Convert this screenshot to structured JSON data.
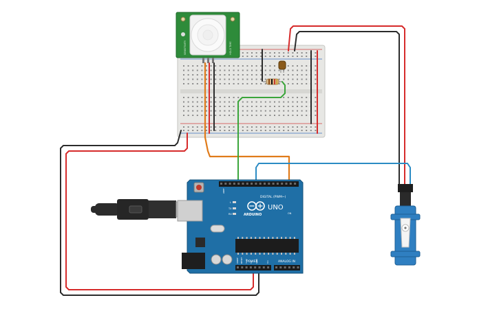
{
  "pir_sensor": {
    "label_left": "SENSITIVITY",
    "label_right": "HOLD TIME"
  },
  "arduino": {
    "brand": "ARDUINO",
    "model": "UNO",
    "digital_header": "DIGITAL (PWM~)",
    "power_label": "POWER",
    "analog_label": "ANALOG IN",
    "tx_label": "TX",
    "rx_label": "RX",
    "l_label": "L",
    "on_label": "ON",
    "aref_label": "AREF",
    "gnd_label": "GND",
    "ioref_label": "IOREF",
    "reset_label": "RESET",
    "v33_label": "3.3V",
    "v5_label": "5V",
    "vin_label": "Vin"
  },
  "colors": {
    "wire_red": "#d62a2a",
    "wire_black": "#2b2b2b",
    "wire_orange": "#e07b1a",
    "wire_green": "#3aa53a",
    "wire_blue": "#2a8bc4",
    "arduino_board": "#1f6fa6",
    "pir_board": "#2e8b3a",
    "servo_body": "#2f7fc1"
  }
}
